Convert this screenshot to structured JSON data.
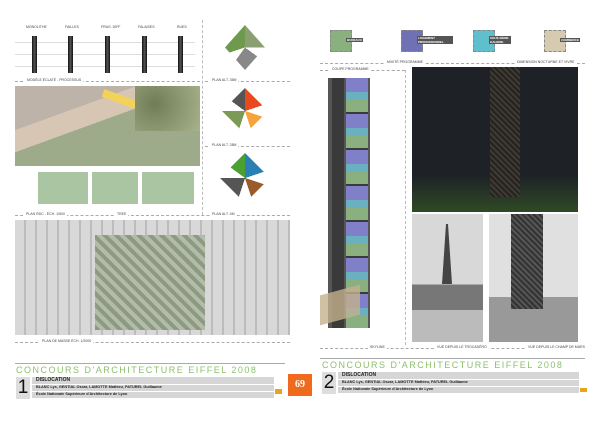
{
  "left_page": {
    "processus_labels": [
      "MONOLITHE",
      "FAILLES",
      "FRAG. DIFF",
      "FALAISES",
      "RUES"
    ],
    "section_exploded": "MODÈLE ÉCLATÉ - PROCESSUS",
    "plan_alt_35": "PLAN ALT. 35M",
    "plan_alt_28": "PLAN ALT. 28M",
    "plan_alt_4": "PLAN ALT. 4M",
    "plan_rdc": "PLAN RDC - ÉCH. 1/500",
    "tree_label": "TREE",
    "plan_masse": "PLAN DE MASSE ÉCH. 1/2000",
    "title": "CONCOURS D'ARCHITECTURE EIFFEL 2008",
    "number": "1",
    "project": "DISLOCATION",
    "authors": "BLANC Lys, GENTIAL Oscar, LAMOTTE Mathieu, PATUREL Guillaume",
    "school": "École Nationale Supérieure d'Architecture de Lyon"
  },
  "page_number": "69",
  "right_page": {
    "legend": [
      {
        "label": "BUREAUX",
        "color": "#8bb07f"
      },
      {
        "label": "LOGEMENT PROFESSIONNEL",
        "color": "#7070b4"
      },
      {
        "label": "SOUS-SÉRIE GALERIE",
        "color": "#5fbfcc"
      },
      {
        "label": "COMMERCE",
        "color": "#d6cab0"
      }
    ],
    "mixite": "MIXITÉ PROGRAMME",
    "coupe": "COUPE PROGRAMME",
    "night_view": "DIMENSION NOCTURNE ET VIVRE",
    "skyline": "SKYLINE",
    "view_trocadero": "VUE DEPUIS LE TROCADÉRO",
    "view_champ": "VUE DEPUIS LE CHAMP DE MARS",
    "title": "CONCOURS D'ARCHITECTURE EIFFEL 2008",
    "number": "2",
    "project": "DISLOCATION",
    "authors": "BLANC Lys, GENTIAL Oscar, LAMOTTE Mathieu, PATUREL Guillaume",
    "school": "École Nationale Supérieure d'Architecture de Lyon"
  }
}
